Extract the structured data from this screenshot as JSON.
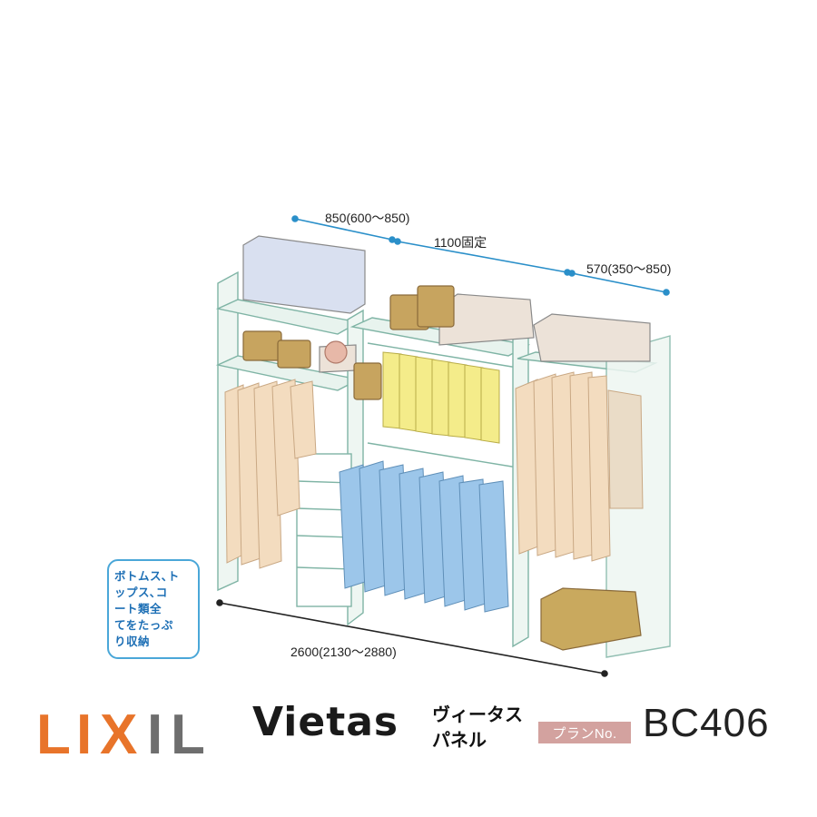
{
  "dimensions": {
    "left_width": "850(600～850)",
    "center_width": "1100固定",
    "right_width": "570(350～850)",
    "total_width": "2600(2130～2880)"
  },
  "callout": {
    "text": "ボトムス､トップス､コート類全てをたっぷり収納",
    "display_lines": "ボトムス､ト\nップス､コ\nート類全\nてをたっぷ\nり収納"
  },
  "brand": {
    "logo_text": "LIXIL",
    "logo_colors": {
      "orange": "#e8742a",
      "gray": "#6e6e6e"
    },
    "product_name": "Vietas",
    "subtitle_line1": "ヴィータス",
    "subtitle_line2": "パネル"
  },
  "plan": {
    "label": "プランNo.",
    "number": "BC406",
    "badge_color": "#d3a29f"
  },
  "colors": {
    "dimension_line": "#2a8fc9",
    "yellow_garments": "#f4ec8a",
    "blue_garments": "#9cc6ea",
    "beige_garments": "#f3dcbf"
  }
}
